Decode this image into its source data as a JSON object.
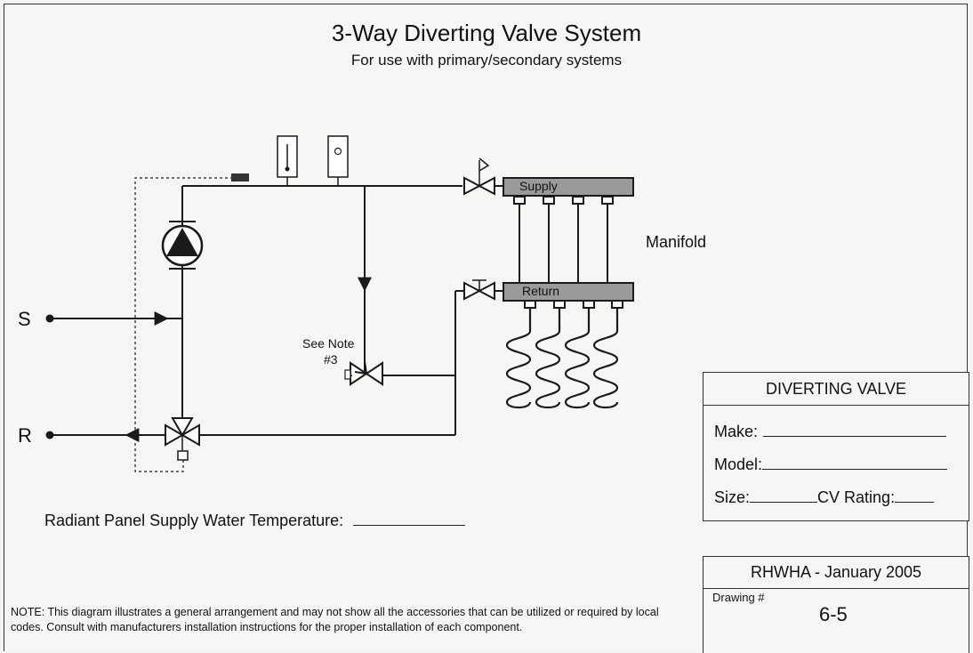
{
  "title": "3-Way Diverting Valve System",
  "subtitle": "For use with primary/secondary systems",
  "labels": {
    "supply": "Supply",
    "return": "Return",
    "manifold": "Manifold",
    "see_note": "See Note",
    "note_num": "#3",
    "s": "S",
    "r": "R",
    "temperature": "Radiant Panel Supply Water Temperature:"
  },
  "valve_box": {
    "heading": "DIVERTING VALVE",
    "make": "Make:",
    "model": "Model:",
    "size": "Size:",
    "cv_rating": "CV Rating:"
  },
  "footer_box": {
    "org_date": "RHWHA -  January 2005",
    "drawing_label": "Drawing #",
    "drawing_number": "6-5"
  },
  "note": "NOTE: This diagram illustrates a general arrangement and may not show all the accessories that can be utilized or required by local codes. Consult with manufacturers installation instructions for the proper installation of each component.",
  "colors": {
    "line": "#1a1a1a",
    "manifold_fill": "#9a9a9a",
    "paper": "#f6f6f4"
  }
}
